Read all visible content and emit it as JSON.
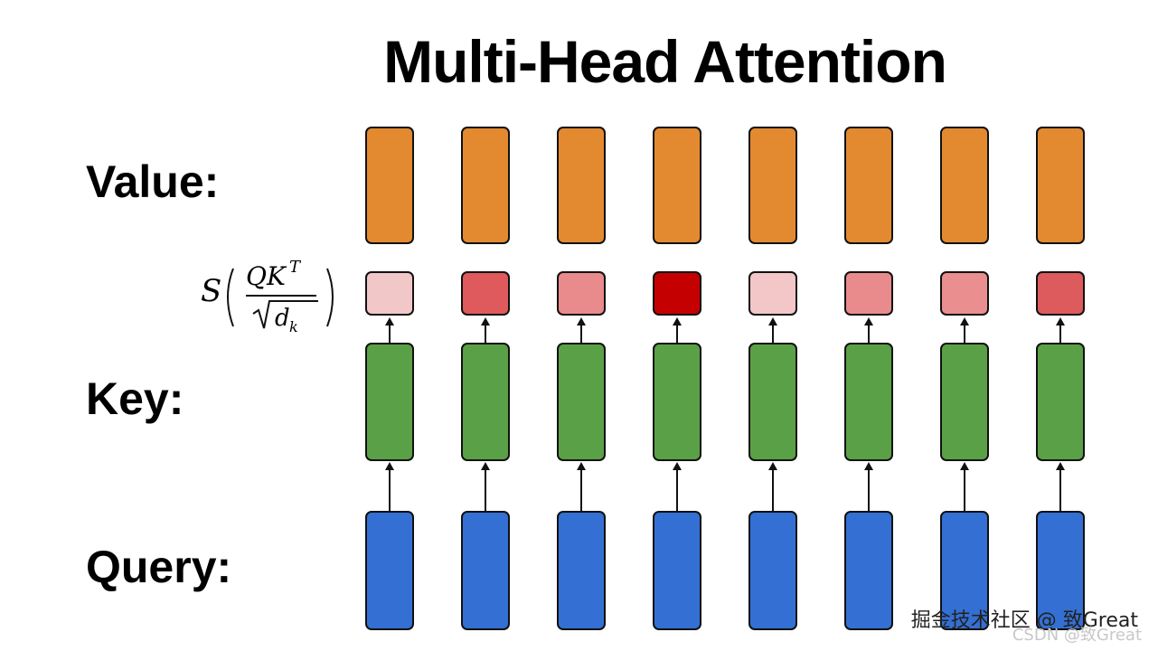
{
  "title": "Multi-Head Attention",
  "rows": {
    "value_label": "Value:",
    "key_label": "Key:",
    "query_label": "Query:"
  },
  "formula": {
    "function": "S",
    "numerator": "QK",
    "superscript": "T",
    "denominator": "d",
    "subscript": "k"
  },
  "colors": {
    "value": "#e38a30",
    "key": "#5aa046",
    "query": "#3470d3",
    "stroke": "#111111"
  },
  "attention_weights": [
    {
      "color": "#f2c7c8"
    },
    {
      "color": "#df5a5c"
    },
    {
      "color": "#e98a8c"
    },
    {
      "color": "#c50000"
    },
    {
      "color": "#f3c6c7"
    },
    {
      "color": "#e98b8d"
    },
    {
      "color": "#ea8e8f"
    },
    {
      "color": "#dd5b5d"
    }
  ],
  "watermark": {
    "main": "掘金技术社区 @ 致Great",
    "faint": "CSDN @致Great"
  }
}
